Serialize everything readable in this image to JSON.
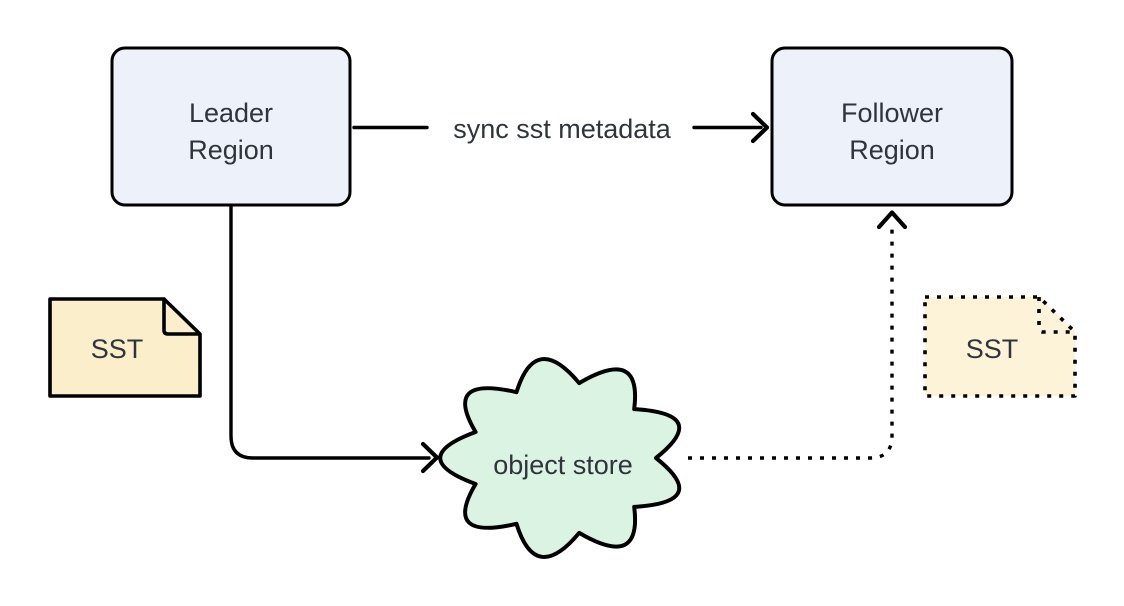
{
  "colors": {
    "background": "#ffffff",
    "outline": "#000000",
    "text": "#2f353b",
    "region_fill": "#edf1fa",
    "sst_fill": "#fbeecb",
    "sst_replica_fill": "#fdf3d8",
    "cloud_fill": "#dbf3e3"
  },
  "nodes": {
    "leader_region": {
      "lines": [
        "Leader",
        "Region"
      ]
    },
    "follower_region": {
      "lines": [
        "Follower",
        "Region"
      ]
    },
    "sst_source": {
      "label": "SST"
    },
    "sst_replica": {
      "label": "SST"
    },
    "object_store": {
      "label": "object store"
    }
  },
  "edges": {
    "sync_metadata": {
      "label": "sync sst metadata",
      "style": "solid",
      "from": "Leader Region",
      "to": "Follower Region"
    },
    "upload_sst": {
      "label": "",
      "style": "solid",
      "from": "Leader Region",
      "to": "object store"
    },
    "fetch_sst": {
      "label": "",
      "style": "dotted",
      "from": "object store",
      "to": "Follower Region"
    }
  }
}
